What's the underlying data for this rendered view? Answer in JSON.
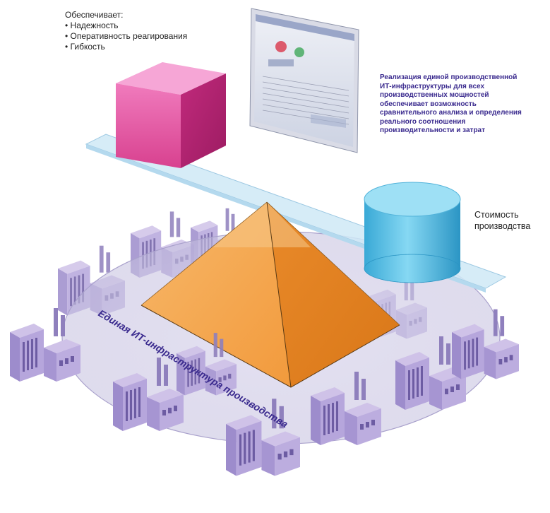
{
  "provides": {
    "heading": "Обеспечивает:",
    "items": [
      "Надежность",
      "Оперативность реагирования",
      "Гибкость"
    ]
  },
  "info_text": "Реализация единой производственной\nИТ-инфраструктуры для всех\nпроизводственных мощностей\nобеспечивает возможность\nсравнительного анализа и определения\nреального соотношения\nпроизводительности и затрат",
  "cost_label": "Стоимость производства",
  "ellipse_label": "Единая ИТ-инфраструктура производства",
  "colors": {
    "cube": "#e04ea0",
    "pyramid": "#f5a24b",
    "cylinder": "#5ec8ea",
    "platform": "#cfe9f6",
    "factory": "#b9a8d8",
    "label": "#3a2a8e"
  },
  "icons": {
    "cube": "cube-shape",
    "pyramid": "pyramid-shape",
    "cylinder": "database-cylinder",
    "monitor": "dashboard-screen",
    "factory": "factory-building"
  }
}
